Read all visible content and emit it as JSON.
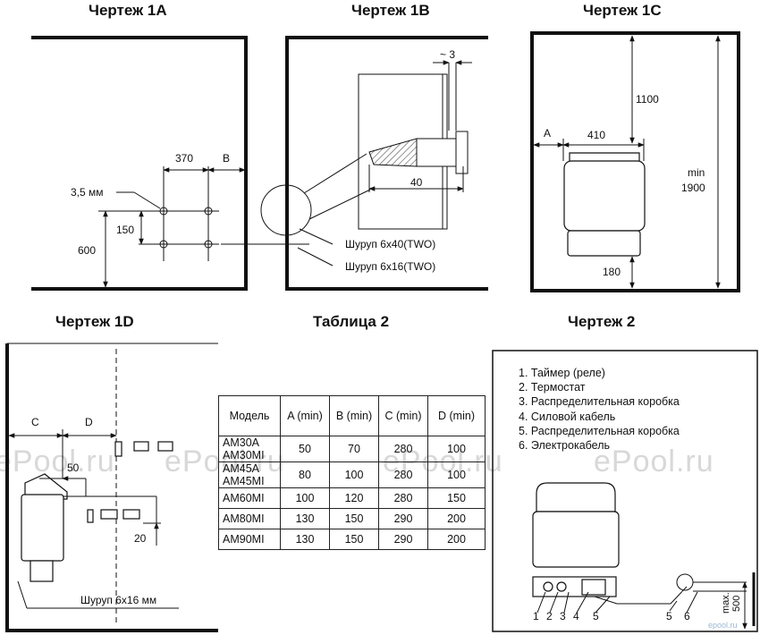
{
  "watermark": "ePool.ru",
  "corner_mark": "epool.ru",
  "drawing_1a": {
    "title": "Чертеж 1А",
    "dim_370": "370",
    "dim_b": "B",
    "hole": "3,5 мм",
    "dim_150": "150",
    "dim_600": "600"
  },
  "drawing_1b": {
    "title": "Чертеж 1B",
    "dim_3": "~ 3",
    "dim_40": "40",
    "screw_a": "Шуруп 6x40(TWO)",
    "screw_b": "Шуруп 6x16(TWO)"
  },
  "drawing_1c": {
    "title": "Чертеж 1C",
    "dim_a": "A",
    "dim_410": "410",
    "dim_1100": "1100",
    "dim_min": "min",
    "dim_1900": "1900",
    "dim_180": "180"
  },
  "drawing_1d": {
    "title": "Чертеж 1D",
    "dim_c": "C",
    "dim_d": "D",
    "dim_50": "50",
    "dim_20": "20",
    "screw": "Шуруп 6x16 мм"
  },
  "table_2": {
    "title": "Таблица 2",
    "headers": [
      "Модель",
      "A (min)",
      "B (min)",
      "C (min)",
      "D (min)"
    ],
    "rows": [
      {
        "model": [
          "AM30A",
          "AM30MI"
        ],
        "values": [
          "50",
          "70",
          "280",
          "100"
        ]
      },
      {
        "model": [
          "AM45A",
          "AM45MI"
        ],
        "values": [
          "80",
          "100",
          "280",
          "100"
        ]
      },
      {
        "model": [
          "AM60MI"
        ],
        "values": [
          "100",
          "120",
          "280",
          "150"
        ]
      },
      {
        "model": [
          "AM80MI"
        ],
        "values": [
          "130",
          "150",
          "290",
          "200"
        ]
      },
      {
        "model": [
          "AM90MI"
        ],
        "values": [
          "130",
          "150",
          "290",
          "200"
        ]
      }
    ]
  },
  "drawing_2": {
    "title": "Чертеж 2",
    "legend": [
      "1. Таймер (реле)",
      "2. Термостат",
      "3. Распределительная коробка",
      "4. Силовой кабель",
      "5. Распределительная коробка",
      "6. Электрокабель"
    ],
    "callouts": [
      "1",
      "2",
      "3",
      "4",
      "5",
      "5",
      "6"
    ],
    "dim_max": "max.",
    "dim_500": "500"
  }
}
